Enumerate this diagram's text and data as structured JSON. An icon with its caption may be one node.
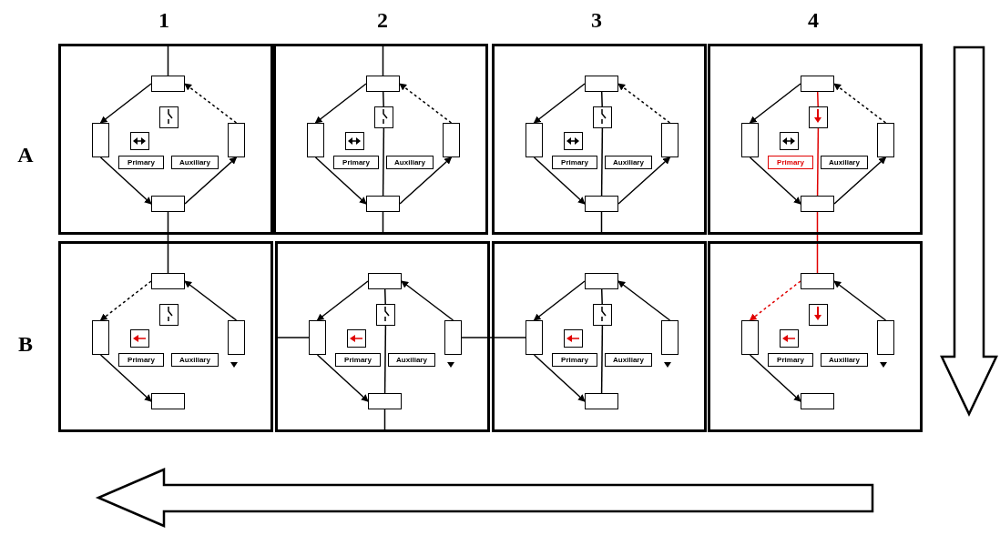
{
  "diagram": {
    "nodes": [
      {
        "text": [],
        "shape": "box"
      },
      {
        "text": [],
        "shape": "box",
        "in": 0
      },
      {
        "text": [],
        "shape": "box",
        "in": 0
      },
      {
        "text": [],
        "shape": "box",
        "in": 0
      },
      {
        "text": [],
        "shape": "box",
        "in": 0
      },
      {
        "text": [],
        "shape": "box",
        "in": 0
      },
      {
        "text": [
          "Primary"
        ],
        "in": 0
      },
      {
        "text": [
          "Auxiliary"
        ],
        "in": 0
      },
      {
        "text": [],
        "shape": "box",
        "in": 0
      },
      {
        "text": [],
        "shape": "box"
      },
      {
        "text": [],
        "shape": "box",
        "in": 9
      },
      {
        "text": [],
        "shape": "box",
        "in": 9
      },
      {
        "text": [],
        "shape": "box",
        "in": 9
      },
      {
        "text": [],
        "shape": "box",
        "in": 9
      },
      {
        "text": [],
        "shape": "box",
        "in": 9
      },
      {
        "text": [
          "Primary"
        ],
        "in": 9
      },
      {
        "text": [
          "Auxiliary"
        ],
        "in": 9
      },
      {
        "text": [],
        "shape": "box",
        "in": 9
      },
      {
        "text": [],
        "shape": "box"
      },
      {
        "text": [],
        "shape": "box",
        "in": 18
      },
      {
        "text": [],
        "shape": "box",
        "in": 18
      },
      {
        "text": [],
        "shape": "box",
        "in": 18
      },
      {
        "text": [],
        "shape": "box",
        "in": 18
      },
      {
        "text": [],
        "shape": "box",
        "in": 18
      },
      {
        "text": [
          "Primary"
        ],
        "in": 18
      },
      {
        "text": [
          "Auxiliary"
        ],
        "in": 18
      },
      {
        "text": [],
        "shape": "box",
        "in": 18
      },
      {
        "text": [],
        "shape": "box"
      },
      {
        "text": [],
        "shape": "box",
        "in": 27
      },
      {
        "text": [],
        "shape": "box",
        "in": 27
      },
      {
        "text": [],
        "shape": "box",
        "in": 27
      },
      {
        "text": [],
        "shape": "box",
        "in": 27
      },
      {
        "text": [],
        "shape": "box",
        "in": 27
      },
      {
        "text": [
          "Primary"
        ],
        "in": 27
      },
      {
        "text": [
          "Auxiliary"
        ],
        "in": 27
      },
      {
        "text": [],
        "shape": "box",
        "in": 27
      },
      {
        "text": [],
        "shape": "box"
      },
      {
        "text": [],
        "shape": "box",
        "in": 36
      },
      {
        "text": [],
        "shape": "box",
        "in": 36
      },
      {
        "text": [],
        "shape": "box",
        "in": 36
      },
      {
        "text": [],
        "shape": "box",
        "in": 36
      },
      {
        "text": [],
        "shape": "box",
        "in": 36
      },
      {
        "text": [
          "Primary"
        ],
        "in": 36
      },
      {
        "text": [
          "Auxiliary"
        ],
        "in": 36
      },
      {
        "text": [],
        "shape": "box",
        "in": 36
      },
      {
        "text": [],
        "shape": "box"
      },
      {
        "text": [],
        "shape": "box",
        "in": 45
      },
      {
        "text": [],
        "shape": "box",
        "in": 45
      },
      {
        "text": [],
        "shape": "box",
        "in": 45
      },
      {
        "text": [],
        "shape": "box",
        "in": 45
      },
      {
        "text": [],
        "shape": "box",
        "in": 45
      },
      {
        "text": [
          "Primary"
        ],
        "in": 45
      },
      {
        "text": [
          "Auxiliary"
        ],
        "in": 45
      },
      {
        "text": [],
        "shape": "box",
        "in": 45
      },
      {
        "text": [],
        "shape": "box"
      },
      {
        "text": [],
        "shape": "box",
        "in": 54
      },
      {
        "text": [],
        "shape": "box",
        "in": 54
      },
      {
        "text": [],
        "shape": "box",
        "in": 54
      },
      {
        "text": [],
        "shape": "box",
        "in": 54
      },
      {
        "text": [],
        "shape": "box",
        "in": 54
      },
      {
        "text": [
          "Primary"
        ],
        "in": 54
      },
      {
        "text": [
          "Auxiliary"
        ],
        "in": 54
      },
      {
        "text": [],
        "shape": "box",
        "in": 54
      },
      {
        "text": [],
        "shape": "box"
      },
      {
        "text": [],
        "shape": "box",
        "in": 63
      },
      {
        "text": [],
        "shape": "box",
        "in": 63
      },
      {
        "text": [],
        "shape": "box",
        "in": 63
      },
      {
        "text": [],
        "shape": "box",
        "in": 63
      },
      {
        "text": [],
        "shape": "box",
        "in": 63
      },
      {
        "text": [
          "Primary"
        ],
        "in": 63
      },
      {
        "text": [
          "Auxiliary"
        ],
        "in": 63
      },
      {
        "text": [],
        "shape": "box",
        "in": 63
      }
    ],
    "edges": [
      {
        "from": null,
        "to": 1,
        "arrow": "none"
      },
      {
        "from": 1,
        "to": 3,
        "arrow": "to"
      },
      {
        "from": 5,
        "to": 1,
        "arrow": "to",
        "style": "dashed"
      },
      {
        "from": 3,
        "to": 8,
        "arrow": "to"
      },
      {
        "from": 8,
        "to": 5,
        "arrow": "to"
      },
      {
        "from": 8,
        "to": 37,
        "arrow": "none"
      },
      {
        "from": null,
        "to": 10,
        "arrow": "none"
      },
      {
        "from": 10,
        "to": 11,
        "arrow": "none"
      },
      {
        "from": 11,
        "to": 17,
        "arrow": "none"
      },
      {
        "from": 17,
        "to": null,
        "arrow": "none"
      },
      {
        "from": 10,
        "to": 12,
        "arrow": "to"
      },
      {
        "from": 14,
        "to": 10,
        "arrow": "to",
        "style": "dashed"
      },
      {
        "from": 12,
        "to": 17,
        "arrow": "to"
      },
      {
        "from": 17,
        "to": 14,
        "arrow": "to"
      },
      {
        "from": 19,
        "to": 20,
        "arrow": "none"
      },
      {
        "from": 20,
        "to": 26,
        "arrow": "none"
      },
      {
        "from": 26,
        "to": null,
        "arrow": "none"
      },
      {
        "from": 19,
        "to": 21,
        "arrow": "to"
      },
      {
        "from": 23,
        "to": 19,
        "arrow": "to",
        "style": "dashed"
      },
      {
        "from": 21,
        "to": 26,
        "arrow": "to"
      },
      {
        "from": 26,
        "to": 23,
        "arrow": "to"
      },
      {
        "from": 28,
        "to": 29,
        "arrow": "none",
        "color": "#e00000"
      },
      {
        "from": 29,
        "to": 35,
        "arrow": "none",
        "color": "#e00000"
      },
      {
        "from": 35,
        "to": 64,
        "arrow": "none",
        "color": "#e00000"
      },
      {
        "from": 28,
        "to": 30,
        "arrow": "to"
      },
      {
        "from": 32,
        "to": 28,
        "arrow": "to",
        "style": "dashed"
      },
      {
        "from": 30,
        "to": 35,
        "arrow": "to"
      },
      {
        "from": 35,
        "to": 32,
        "arrow": "to"
      },
      {
        "from": 37,
        "to": 39,
        "arrow": "to",
        "style": "dashed"
      },
      {
        "from": 41,
        "to": 37,
        "arrow": "to"
      },
      {
        "from": 39,
        "to": 44,
        "arrow": "to"
      },
      {
        "from": 46,
        "to": 48,
        "arrow": "to"
      },
      {
        "from": 50,
        "to": 46,
        "arrow": "to"
      },
      {
        "from": 48,
        "to": 53,
        "arrow": "to"
      },
      {
        "from": 46,
        "to": 47,
        "arrow": "none"
      },
      {
        "from": 47,
        "to": 53,
        "arrow": "none"
      },
      {
        "from": 53,
        "to": null,
        "arrow": "none"
      },
      {
        "from": null,
        "to": 48,
        "arrow": "none"
      },
      {
        "from": 50,
        "to": 57,
        "arrow": "none"
      },
      {
        "from": 55,
        "to": 57,
        "arrow": "to"
      },
      {
        "from": 59,
        "to": 55,
        "arrow": "to"
      },
      {
        "from": 57,
        "to": 62,
        "arrow": "to"
      },
      {
        "from": 55,
        "to": 56,
        "arrow": "none"
      },
      {
        "from": 56,
        "to": 62,
        "arrow": "none"
      },
      {
        "from": 64,
        "to": 66,
        "arrow": "to",
        "style": "dashed",
        "color": "#e00000"
      },
      {
        "from": 68,
        "to": 64,
        "arrow": "to"
      },
      {
        "from": 66,
        "to": 71,
        "arrow": "to"
      }
    ],
    "labels": [
      "1",
      "2",
      "3",
      "4",
      "A",
      "B"
    ]
  }
}
